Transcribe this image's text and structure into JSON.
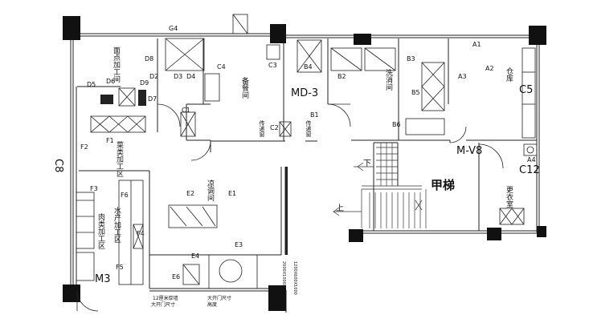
{
  "rooms": {
    "pastry": "面点加工间",
    "prep": "备餐间",
    "dish": "洗消间",
    "warehouse": "仓库",
    "veg": "菜类加工区",
    "cold": "凉调间",
    "aquatic": "水产加工区",
    "meat": "肉类加工区",
    "changing": "更衣室",
    "stair": "甲梯",
    "pass1": "传递窗",
    "pass2": "传递窗"
  },
  "marks": {
    "md3": "MD-3",
    "c8": "C8",
    "m3": "M3",
    "mv8": "M-V8",
    "c5": "C5",
    "c12": "C12",
    "down": "下",
    "up": "上"
  },
  "codes": {
    "g4": "G4",
    "d8": "D8",
    "d2": "D2",
    "d3": "D3",
    "d4": "D4",
    "d5": "D5",
    "d6": "D6",
    "d9": "D9",
    "d7": "D7",
    "c4": "C4",
    "c3": "C3",
    "c2": "C2",
    "c1": "C1",
    "b4": "B4",
    "b2": "B2",
    "b3": "B3",
    "b5": "B5",
    "b6": "B6",
    "b1": "B1",
    "a1": "A1",
    "a2": "A2",
    "a3": "A3",
    "a4": "A4",
    "f1": "F1",
    "f2": "F2",
    "f3": "F3",
    "f4": "F4",
    "f5": "F5",
    "f6": "F6",
    "e1": "E1",
    "e2": "E2",
    "e3": "E3",
    "e4": "E4",
    "e6": "E6"
  },
  "notes": {
    "n1": "12厘米厚墙",
    "n2": "大开门尺寸",
    "n3": "大开门尺寸",
    "n4": "高度",
    "v1": "2000X1000X800",
    "v2": "1200X600X1000"
  }
}
